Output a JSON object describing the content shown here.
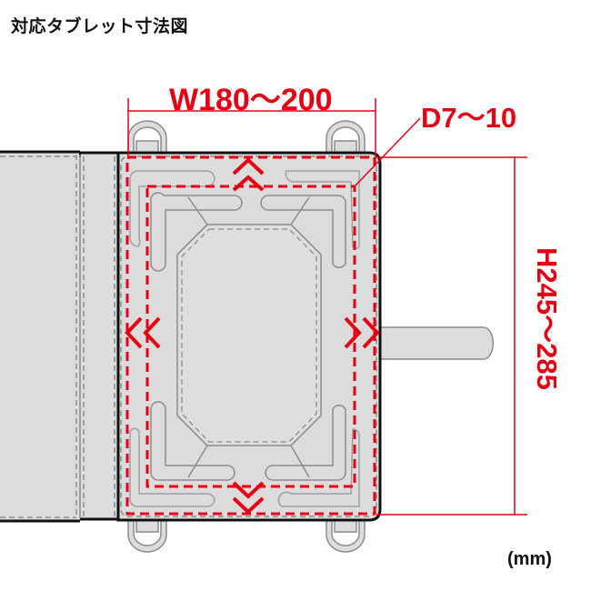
{
  "title": "対応タブレット寸法図",
  "unit": "(mm)",
  "dimensions": {
    "width": "W180〜200",
    "depth": "D7〜10",
    "height": "H245〜285"
  },
  "colors": {
    "accent": "#e60012",
    "case_fill": "#dcdcdc",
    "stitch": "#8c8c8c",
    "outline": "#111111"
  }
}
